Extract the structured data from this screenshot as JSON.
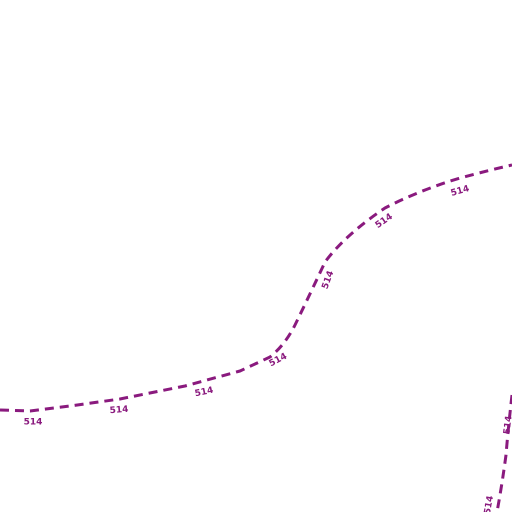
{
  "map": {
    "background": "#ffffff",
    "route_color": "#8a1a7e",
    "routes": [
      {
        "ref": "514",
        "labels": [
          "514",
          "514",
          "514",
          "514",
          "514",
          "514",
          "514"
        ]
      },
      {
        "ref": "514",
        "labels": [
          "514",
          "514"
        ]
      }
    ]
  }
}
